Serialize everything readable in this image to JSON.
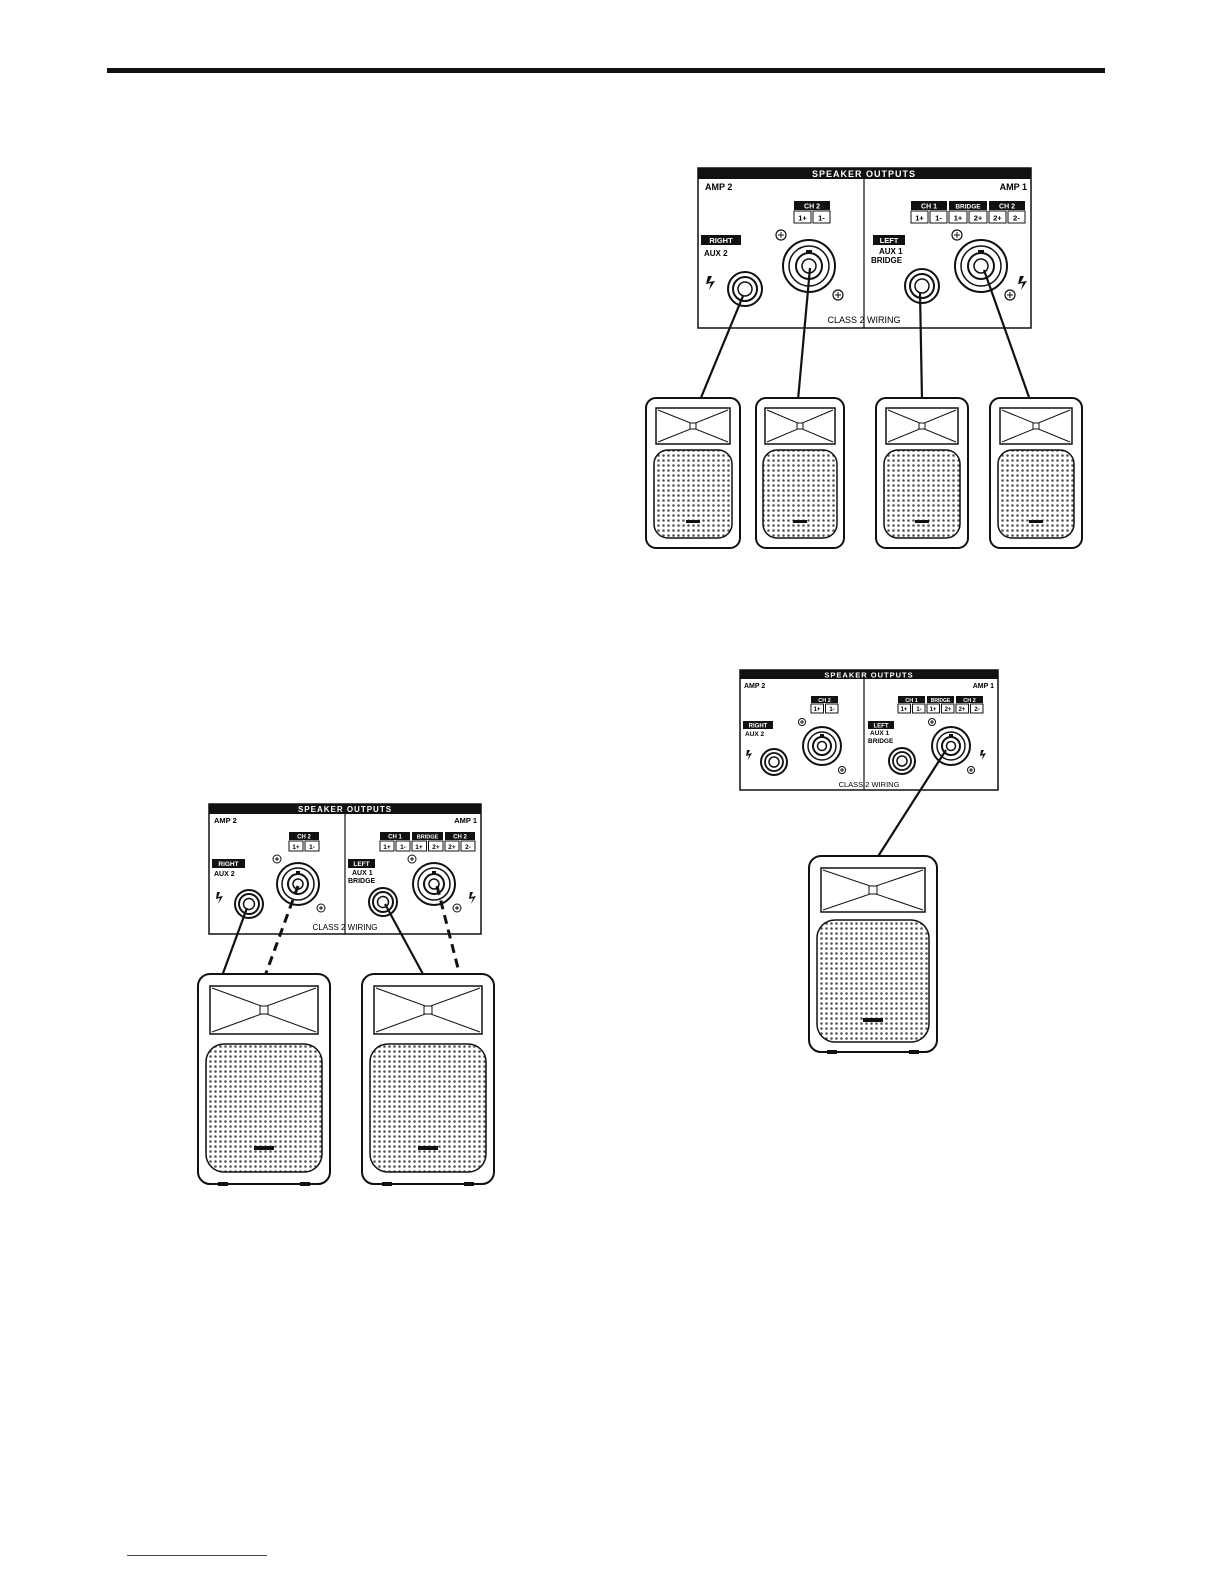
{
  "panel": {
    "header": "SPEAKER OUTPUTS",
    "amp2": "AMP 2",
    "amp1": "AMP 1",
    "ch2_amp2": "CH 2",
    "amp2_plus": "1+",
    "amp2_minus": "1-",
    "right_badge": "RIGHT",
    "aux2": "AUX 2",
    "ch1": "CH 1",
    "bridge": "BRIDGE",
    "ch2_amp1": "CH 2",
    "ch1_plus": "1+",
    "ch1_minus": "1-",
    "bridge_plus": "1+",
    "bridge_minus": "2+",
    "ch2_plus": "2+",
    "ch2_minus": "2-",
    "left_badge": "LEFT",
    "aux1": "AUX 1",
    "bridge_out": "BRIDGE",
    "class2": "CLASS 2 WIRING"
  },
  "figures": [
    {
      "id": "top",
      "speakers": 4,
      "connections": [
        "aux2-jack",
        "amp2-speakon",
        "aux1-jack",
        "amp1-speakon"
      ]
    },
    {
      "id": "bottom-left",
      "speakers": 2,
      "connections": [
        "aux2-jack",
        "aux1-jack"
      ],
      "dashed_connections": [
        "amp2-speakon",
        "amp1-speakon"
      ]
    },
    {
      "id": "right-mid",
      "speakers": 1,
      "connections": [
        "amp1-speakon-bridge"
      ]
    }
  ]
}
